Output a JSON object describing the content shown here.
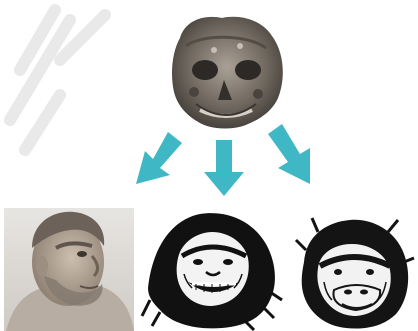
{
  "watermark": {
    "text": "",
    "color": "#e9e9e9"
  },
  "diagram": {
    "source_image": "fossil-skull",
    "arrows": [
      {
        "name": "arrow-to-left-reconstruction",
        "color": "#3fb7c4"
      },
      {
        "name": "arrow-to-center-reconstruction",
        "color": "#3fb7c4"
      },
      {
        "name": "arrow-to-right-reconstruction",
        "color": "#3fb7c4"
      }
    ],
    "reconstructions": [
      {
        "name": "human-like-face-reconstruction",
        "style": "photorealistic-bust"
      },
      {
        "name": "chimpanzee-like-face-reconstruction",
        "style": "ink-drawing-grinning"
      },
      {
        "name": "gorilla-like-face-reconstruction",
        "style": "ink-drawing"
      }
    ]
  }
}
